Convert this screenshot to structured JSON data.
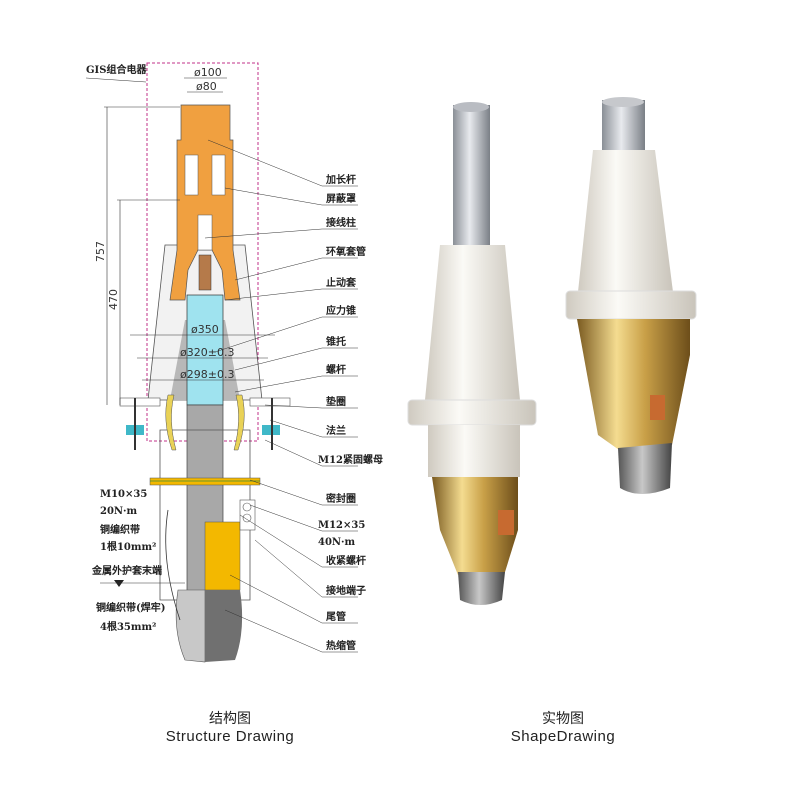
{
  "structure_drawing": {
    "caption_zh": "结构图",
    "caption_en": "Structure Drawing",
    "dimensions": {
      "d100": "ø100",
      "d80": "ø80",
      "h757": "757",
      "h470": "470",
      "d350": "ø350",
      "d320": "ø320±0.3",
      "d298": "ø298±0.3"
    },
    "left_labels": {
      "gis": "GIS组合电器",
      "m10": "M10×35",
      "m10_torque": "20N·m",
      "braid1": "铜编织带",
      "braid1_spec": "1根10mm²",
      "sheath_end": "金属外护套末端",
      "braid2": "铜编织带(焊牢)",
      "braid2_spec": "4根35mm²"
    },
    "right_labels": [
      "加长杆",
      "屏蔽罩",
      "接线柱",
      "环氧套管",
      "止动套",
      "应力锥",
      "锥托",
      "螺杆",
      "垫圈",
      "法兰",
      "M12紧固螺母",
      "密封圈",
      "M12×35",
      "40N·m",
      "收紧螺杆",
      "接地端子",
      "尾管",
      "热缩管"
    ]
  },
  "shape_drawing": {
    "caption_zh": "实物图",
    "caption_en": "ShapeDrawing"
  },
  "colors": {
    "orange": "#f0a040",
    "cyan": "#9fe3ef",
    "gray": "#a8a8a8",
    "yellow": "#f3b800",
    "pink": "#c0308a",
    "brass": "#c8a24a"
  }
}
